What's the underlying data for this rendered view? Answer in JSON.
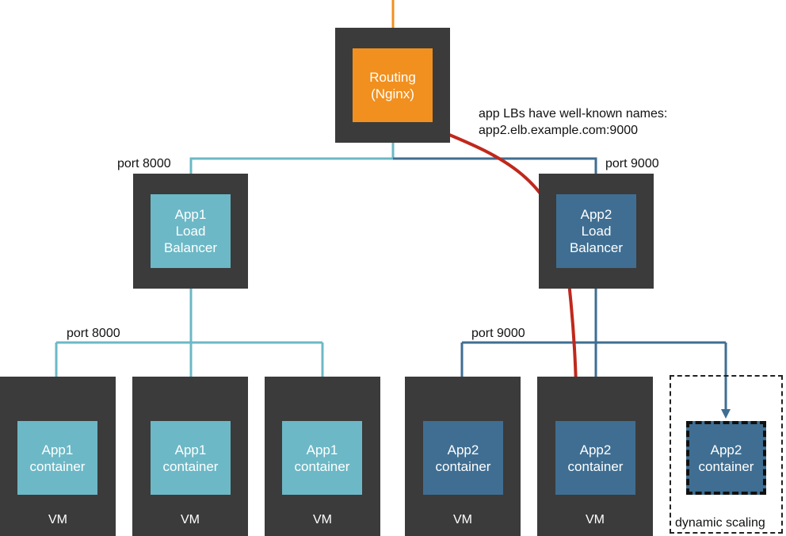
{
  "router": {
    "label": "Routing\n(Nginx)"
  },
  "note": {
    "line1": "app LBs have well-known names:",
    "line2": "app2.elb.example.com:9000"
  },
  "ports": {
    "app1_lb": "port 8000",
    "app2_lb": "port 9000",
    "app1_containers": "port 8000",
    "app2_containers": "port 9000"
  },
  "load_balancers": [
    {
      "label": "App1\nLoad\nBalancer"
    },
    {
      "label": "App2\nLoad\nBalancer"
    }
  ],
  "containers": [
    {
      "label": "App1\ncontainer",
      "vm": "VM"
    },
    {
      "label": "App1\ncontainer",
      "vm": "VM"
    },
    {
      "label": "App1\ncontainer",
      "vm": "VM"
    },
    {
      "label": "App2\ncontainer",
      "vm": "VM"
    },
    {
      "label": "App2\ncontainer",
      "vm": "VM"
    },
    {
      "label": "App2\ncontainer"
    }
  ],
  "scaling": {
    "label": "dynamic scaling"
  },
  "colors": {
    "orange": "#f1901f",
    "app1": "#6cb8c6",
    "app2": "#3f6e92",
    "request_path": "#c0281c",
    "frame": "#3b3b3b"
  }
}
